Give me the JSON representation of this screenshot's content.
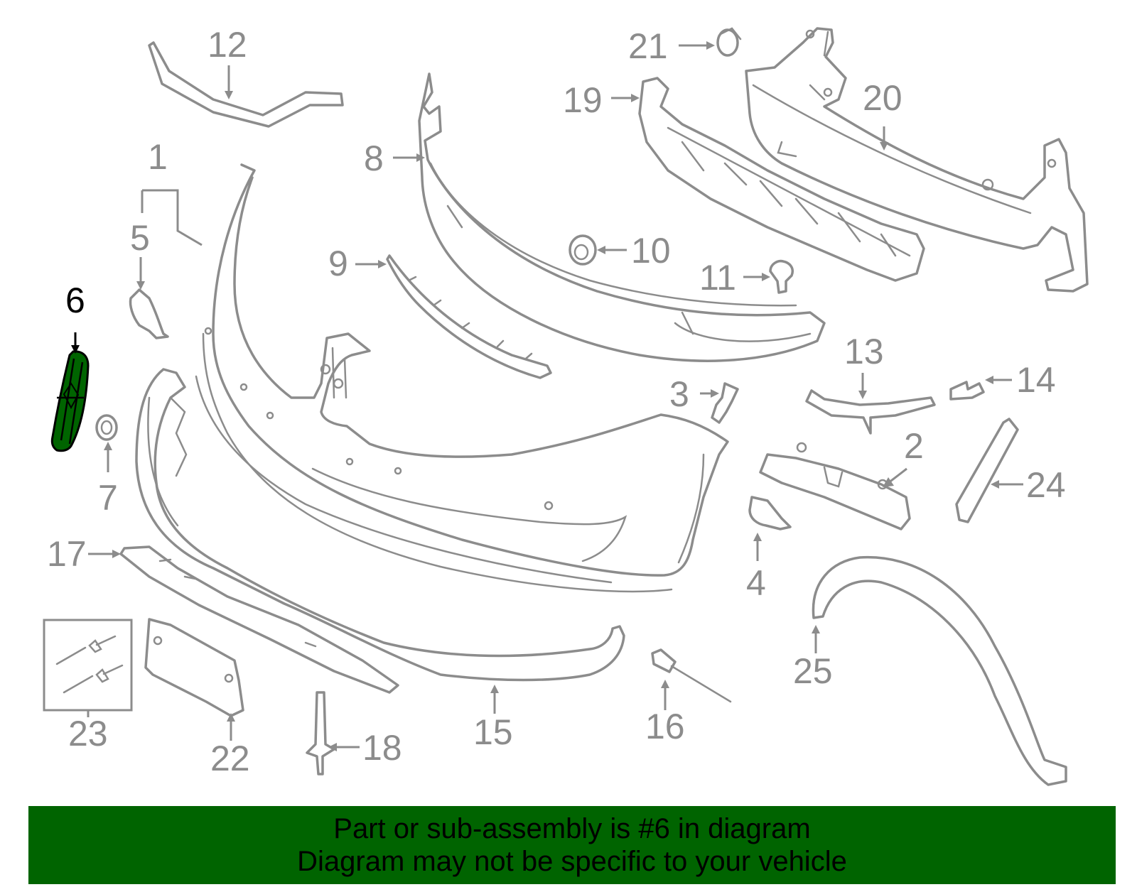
{
  "diagram": {
    "callouts": [
      {
        "id": "1",
        "label": "1"
      },
      {
        "id": "2",
        "label": "2"
      },
      {
        "id": "3",
        "label": "3"
      },
      {
        "id": "4",
        "label": "4"
      },
      {
        "id": "5",
        "label": "5"
      },
      {
        "id": "6",
        "label": "6"
      },
      {
        "id": "7",
        "label": "7"
      },
      {
        "id": "8",
        "label": "8"
      },
      {
        "id": "9",
        "label": "9"
      },
      {
        "id": "10",
        "label": "10"
      },
      {
        "id": "11",
        "label": "11"
      },
      {
        "id": "12",
        "label": "12"
      },
      {
        "id": "13",
        "label": "13"
      },
      {
        "id": "14",
        "label": "14"
      },
      {
        "id": "15",
        "label": "15"
      },
      {
        "id": "16",
        "label": "16"
      },
      {
        "id": "17",
        "label": "17"
      },
      {
        "id": "18",
        "label": "18"
      },
      {
        "id": "19",
        "label": "19"
      },
      {
        "id": "20",
        "label": "20"
      },
      {
        "id": "21",
        "label": "21"
      },
      {
        "id": "22",
        "label": "22"
      },
      {
        "id": "23",
        "label": "23"
      },
      {
        "id": "24",
        "label": "24"
      },
      {
        "id": "25",
        "label": "25"
      }
    ],
    "highlighted_part": "6",
    "highlight_color": "#006400",
    "line_color": "#8c8c8c"
  },
  "banner": {
    "line1": "Part or sub-assembly is #6 in diagram",
    "line2": "Diagram may not be specific to your vehicle",
    "background": "#006400"
  }
}
